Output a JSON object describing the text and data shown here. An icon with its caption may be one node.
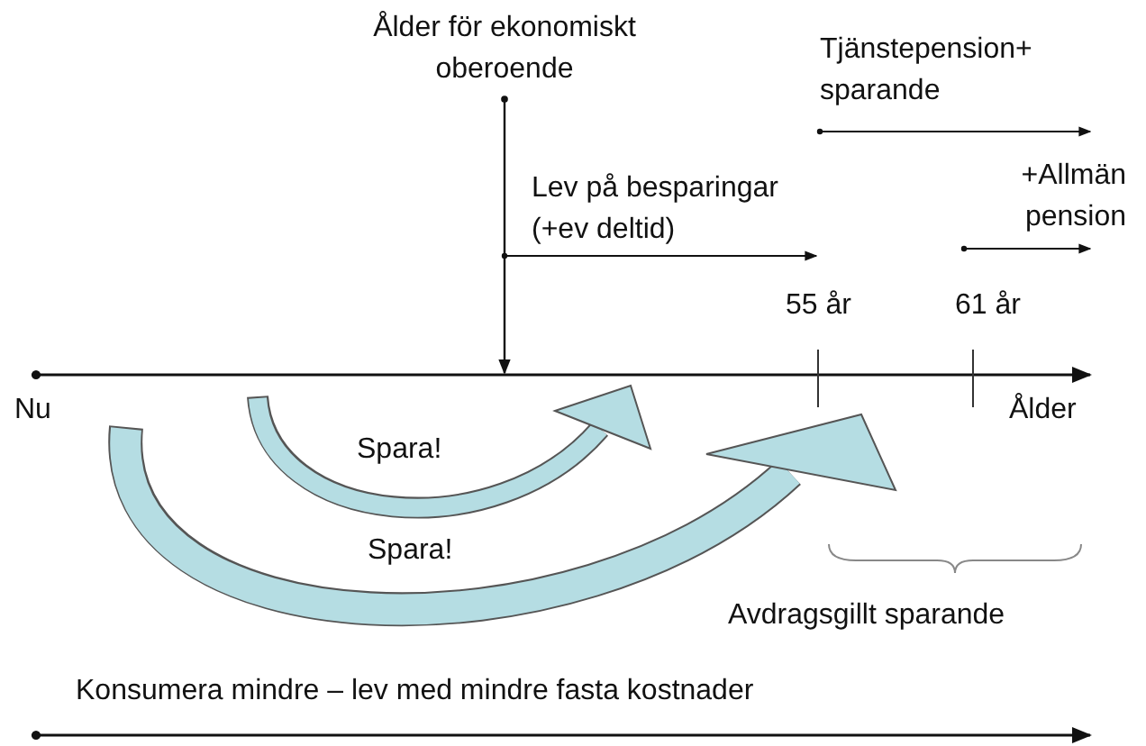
{
  "diagram": {
    "nodes": [
      {
        "text": [
          "Ålder för ekonomiskt oberoende"
        ]
      },
      {
        "text": [],
        "shape": "line"
      }
    ],
    "edges": [
      {
        "from": 0,
        "to": 1,
        "arrow": "to"
      }
    ],
    "labels": [
      "Tjänstepension+ sparande",
      "Lev på besparingar (+ev deltid)",
      "+Allmän pension",
      "55 år",
      "61 år",
      "Nu",
      "Ålder",
      "Spara!",
      "Spara!",
      "Avdragsgillt sparande",
      "Konsumera mindre – lev med mindre fasta kostnader"
    ]
  }
}
